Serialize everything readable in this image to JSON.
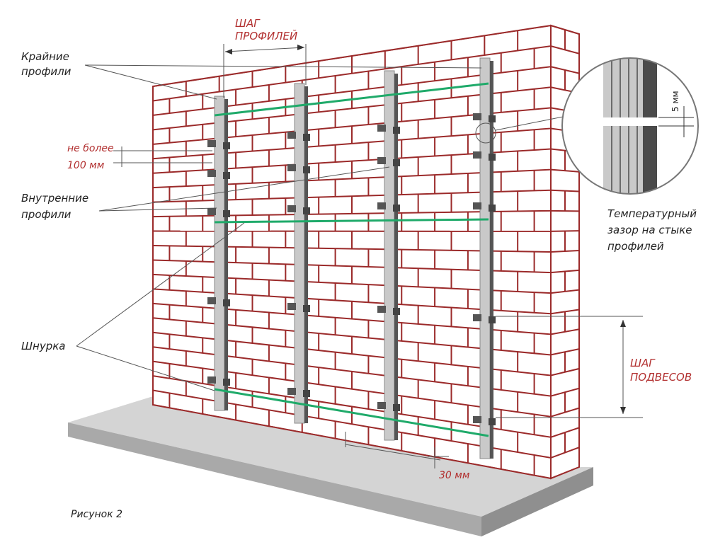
{
  "labels": {
    "krainie_line1": "Крайние",
    "krainie_line2": "профили",
    "ne_bolee": "не более",
    "mm100": "100 мм",
    "vnutr_line1": "Внутренние",
    "vnutr_line2": "профили",
    "shnurka": "Шнурка",
    "shag_profiley_line1": "ШАГ",
    "shag_profiley_line2": "ПРОФИЛЕЙ",
    "shag_podvesov_line1": "ШАГ",
    "shag_podvesov_line2": "ПОДВЕСОВ",
    "temp_line1": "Температурный",
    "temp_line2": "зазор на стыке",
    "temp_line3": "профилей",
    "mm5": "5 мм",
    "mm30": "30 мм",
    "caption": "Рисунок 2"
  },
  "colors": {
    "brick": "#9b2a2a",
    "cord": "#1faa6a",
    "profile": "#c9c9c9",
    "bracket": "#555555",
    "base_top": "#d4d4d4",
    "base_side": "#a9a9a9",
    "accent_text": "#b23030"
  }
}
